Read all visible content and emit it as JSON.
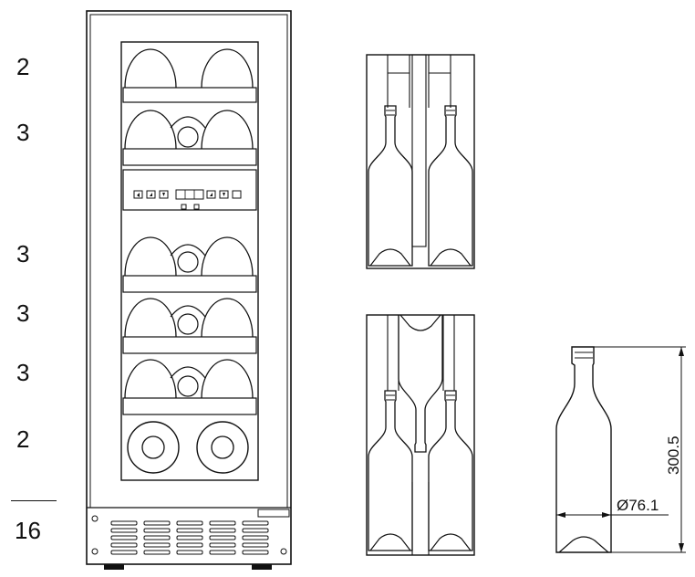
{
  "shelf_counts": [
    "2",
    "3",
    "3",
    "3",
    "3",
    "2"
  ],
  "total": "16",
  "bottle": {
    "height_label": "300.5",
    "diameter_label": "Ø76.1"
  }
}
